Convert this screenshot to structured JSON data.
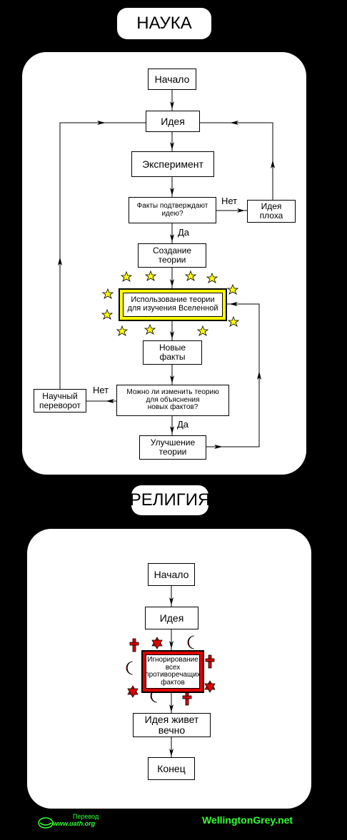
{
  "science": {
    "title": "НАУКА",
    "start": "Начало",
    "idea": "Идея",
    "experiment": "Эксперимент",
    "facts_confirm": "Факты подтверждают\nидею?",
    "no1": "Нет",
    "bad_idea": "Идея\nплоха",
    "yes1": "Да",
    "create_theory": "Создание\nтеории",
    "use_theory": "Использование теории\nдля изучения Вселенной",
    "new_facts": "Новые\nфакты",
    "can_change": "Можно ли изменить теорию\nдля объяснения\nновых фактов?",
    "no2": "Нет",
    "revolution": "Научный\nпереворот",
    "yes2": "Да",
    "improve": "Улучшение\nтеории"
  },
  "religion": {
    "title": "РЕЛИГИЯ",
    "start": "Начало",
    "idea": "Идея",
    "ignore": "Игнорирование\nвсех\nпротиворечащих\nфактов",
    "lives_forever": "Идея живет\nвечно",
    "end": "Конец"
  },
  "footer": {
    "translation_label": "Перевод",
    "translation_site": "www.uath.org",
    "credit": "WellingtonGrey.net"
  },
  "colors": {
    "highlight_science": "#ffff00",
    "highlight_religion": "#e00000",
    "credit_green": "#33ff33"
  }
}
